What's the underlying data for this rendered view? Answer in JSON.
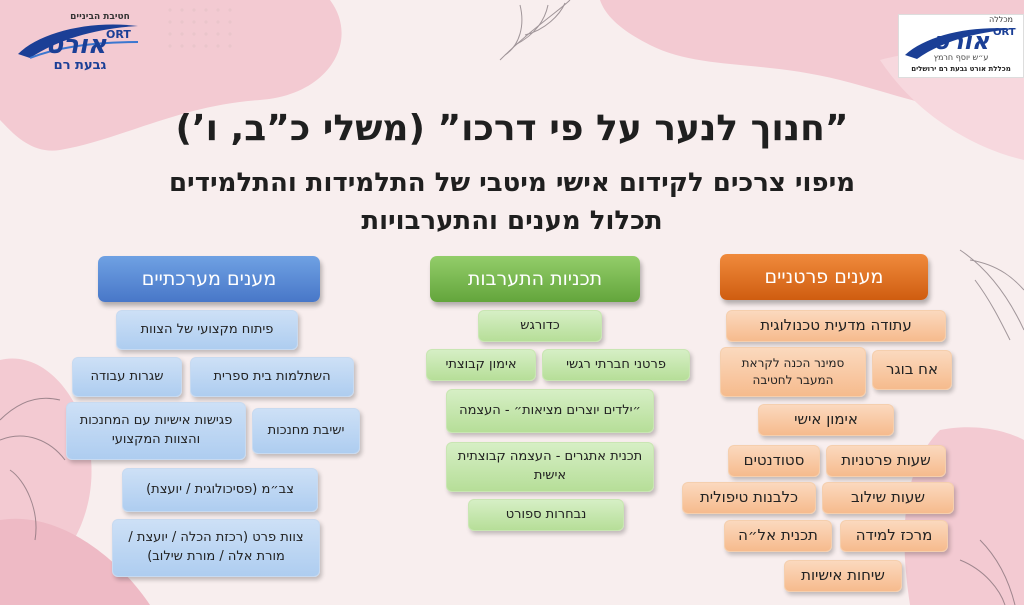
{
  "titles": {
    "main": "”חנוך לנער על פי דרכו” (משלי כ”ב, ו’)",
    "sub1": "מיפוי צרכים לקידום אישי מיטבי של התלמידות והתלמידים",
    "sub2": "תכלול מענים והתערבויות"
  },
  "logos": {
    "left": {
      "top_text": "חטיבת הביניים",
      "brand": "אורט",
      "brand_latin": "ORT",
      "bottom_text": "גבעת רם"
    },
    "right": {
      "top_text": "מכללה",
      "brand": "אורט",
      "brand_latin": "ORT",
      "middle_text": "ע״ש יוסף חרמץ",
      "bottom_text": "מכללת אורט גבעת רם ירושלים"
    }
  },
  "columns": {
    "systemic": {
      "header": "מענים מערכתיים",
      "items": [
        "פיתוח מקצועי של הצוות",
        "השתלמות בית ספרית",
        "שגרות עבודה",
        "ישיבת מחנכות",
        "פגישות אישיות עם המחנכות והצוות המקצועי",
        "צב״מ (פסיכולוגית / יועצת)",
        "צוות פרט (רכזת הכלה / יועצת / מורת אלה / מורת שילוב)"
      ]
    },
    "intervention": {
      "header": "תכניות התערבות",
      "items": [
        "כדורגש",
        "פרטני חברתי רגשי",
        "אימון קבוצתי",
        "״ילדים יוצרים מציאות״ - העצמה",
        "תכנית אתגרים - העצמה קבוצתית אישית",
        "נבחרות ספורט"
      ]
    },
    "individual": {
      "header": "מענים פרטניים",
      "items": [
        "עתודה מדעית טכנולוגית",
        "אח בוגר",
        "סמינר הכנה לקראת המעבר לחטיבה",
        "אימון אישי",
        "שעות פרטניות",
        "סטודנטים",
        "שעות שילוב",
        "כלבנות טיפולית",
        "מרכז למידה",
        "תכנית אל״ה",
        "שיחות אישיות"
      ]
    }
  },
  "colors": {
    "background": "#f8eeee",
    "pink_blob": "#f2c9d1",
    "blue_header": "#4f7fcc",
    "green_header": "#6fb145",
    "orange_header": "#e06f22",
    "blue_box": "#b9d4f2",
    "green_box": "#c2e4a8",
    "orange_box": "#f7c69f",
    "logo_blue": "#1b3f96"
  }
}
